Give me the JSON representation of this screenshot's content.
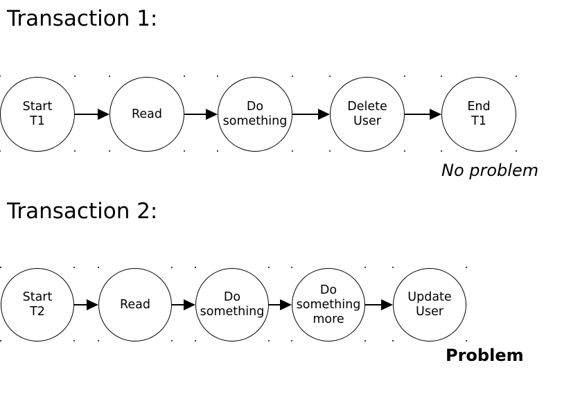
{
  "page": {
    "background_color": "#ffffff",
    "ink_color": "#000000"
  },
  "diagram": {
    "transactions": [
      {
        "title": "Transaction 1:",
        "nodes": [
          {
            "label": "Start\nT1"
          },
          {
            "label": "Read"
          },
          {
            "label": "Do\nsomething"
          },
          {
            "label": "Delete\nUser"
          },
          {
            "label": "End\nT1"
          }
        ],
        "annotation": {
          "text": "No problem",
          "emphasis": "italic"
        }
      },
      {
        "title": "Transaction 2:",
        "nodes": [
          {
            "label": "Start\nT2"
          },
          {
            "label": "Read"
          },
          {
            "label": "Do\nsomething"
          },
          {
            "label": "Do\nsomething\nmore"
          },
          {
            "label": "Update\nUser"
          }
        ],
        "annotation": {
          "text": "Problem",
          "emphasis": "bold"
        }
      }
    ]
  }
}
